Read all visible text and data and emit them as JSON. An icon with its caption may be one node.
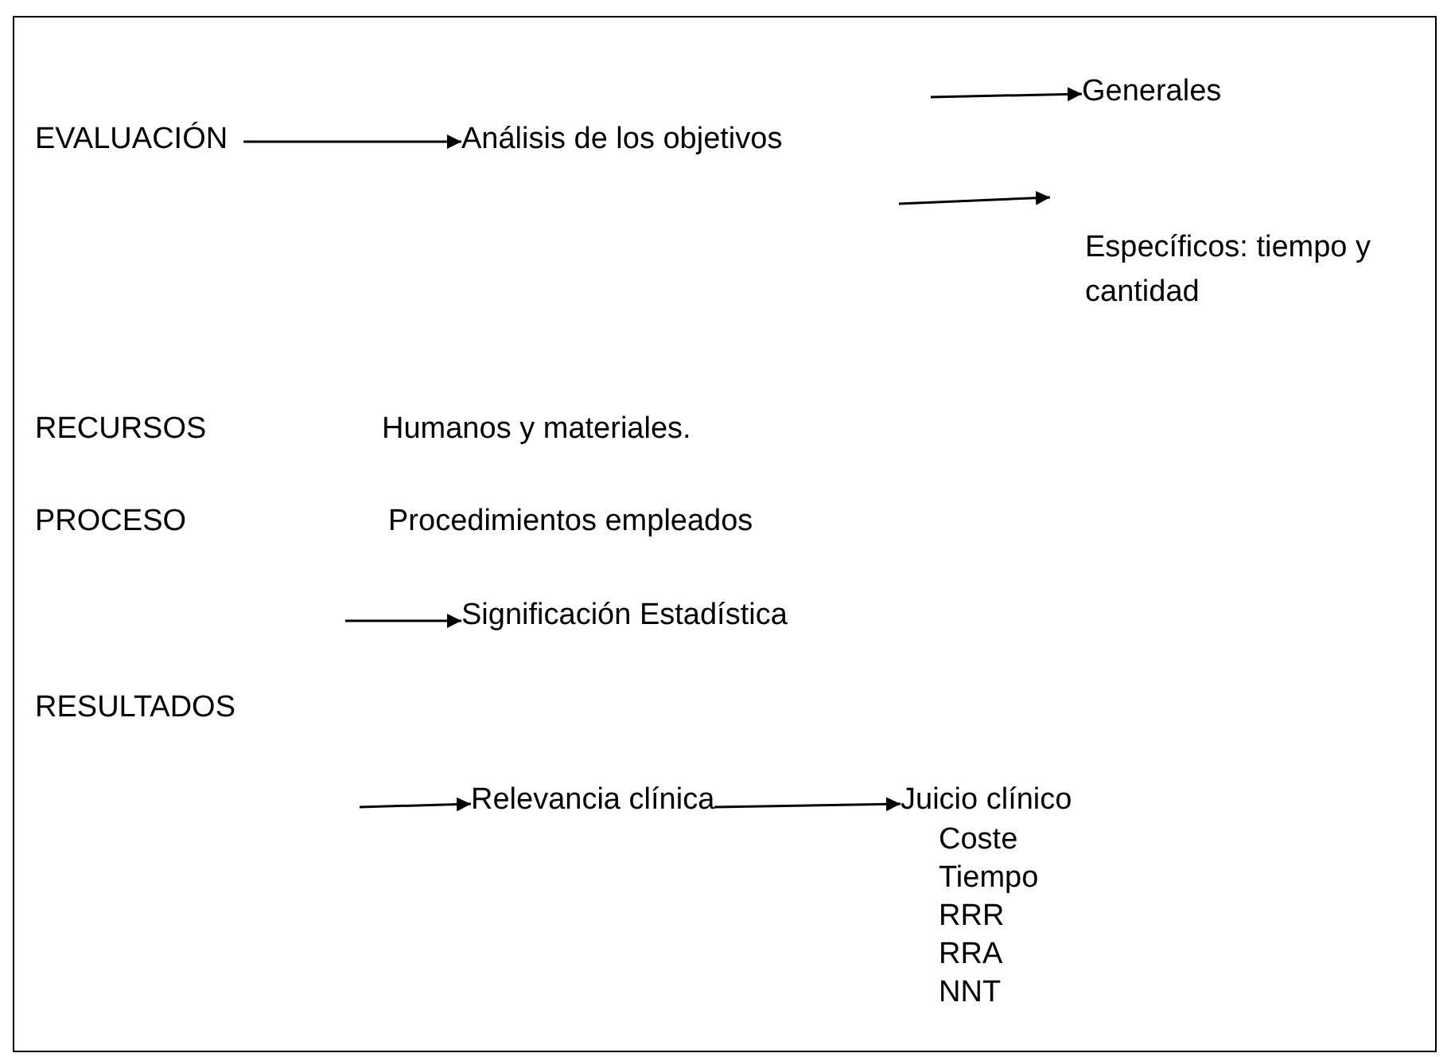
{
  "diagram": {
    "nodes": [
      {
        "text": [
          "EVALUACIÓN"
        ]
      },
      {
        "text": [
          "Análisis de los objetivos"
        ]
      },
      {
        "text": [
          "Generales"
        ]
      },
      {
        "text": [
          "Específicos: tiempo y cantidad"
        ]
      },
      {
        "text": [
          "RECURSOS"
        ]
      },
      {
        "text": [
          "Humanos y materiales."
        ]
      },
      {
        "text": [
          "PROCESO"
        ]
      },
      {
        "text": [
          "Procedimientos empleados"
        ]
      },
      {
        "text": [
          "Significación Estadística"
        ]
      },
      {
        "text": [
          "RESULTADOS"
        ]
      },
      {
        "text": [
          "Relevancia clínica"
        ]
      },
      {
        "text": [
          "Juicio clínico"
        ]
      }
    ],
    "edges": [
      {
        "from": 0,
        "to": 1,
        "arrow": "to"
      },
      {
        "from": null,
        "to": 2,
        "arrow": "to"
      },
      {
        "from": null,
        "to": 3,
        "arrow": "to"
      },
      {
        "from": null,
        "to": 8,
        "arrow": "to"
      },
      {
        "from": null,
        "to": 10,
        "arrow": "to"
      },
      {
        "from": 10,
        "to": 11,
        "arrow": "to"
      }
    ],
    "labels": [
      "Coste",
      "Tiempo",
      "RRR",
      "RRA",
      "NNT"
    ]
  }
}
